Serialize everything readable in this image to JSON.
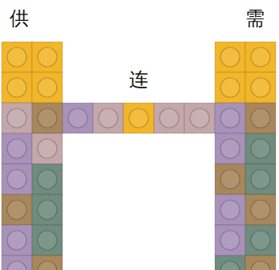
{
  "diagram": {
    "labels": [
      "供",
      "连",
      "需"
    ]
  }
}
